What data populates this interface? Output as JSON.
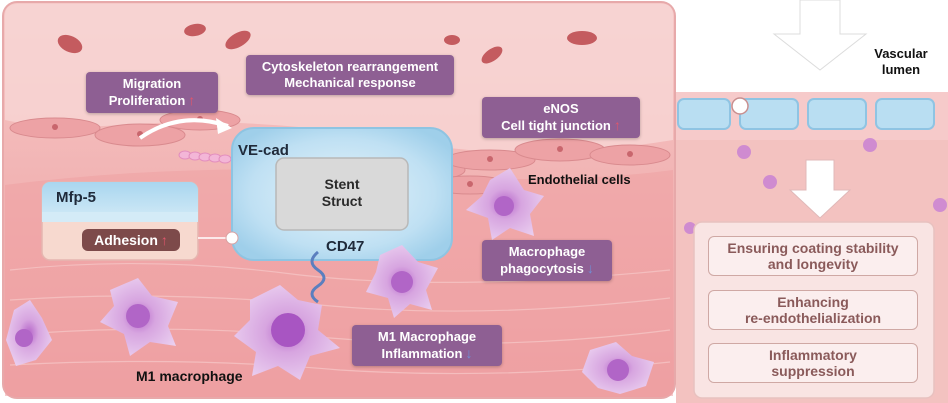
{
  "labels": {
    "migration": "Migration",
    "proliferation": "Proliferation",
    "cytoskeleton": "Cytoskeleton rearrangement",
    "mechanical": "Mechanical response",
    "enos": "eNOS",
    "tight_junction": "Cell tight junction",
    "ve_cad": "VE-cad",
    "stent_line1": "Stent",
    "stent_line2": "Struct",
    "cd47": "CD47",
    "endothelial": "Endothelial cells",
    "mfp5": "Mfp-5",
    "adhesion": "Adhesion",
    "macrophage_phago_1": "Macrophage",
    "macrophage_phago_2": "phagocytosis",
    "m1_infl_1": "M1 Macrophage",
    "m1_infl_2": "Inflammation",
    "m1_macrophage": "M1 macrophage",
    "vascular_1": "Vascular",
    "vascular_2": "lumen"
  },
  "outcomes": [
    {
      "line1": "Ensuring coating stability",
      "line2": "and longevity"
    },
    {
      "line1": "Enhancing",
      "line2": "re-endothelialization"
    },
    {
      "line1": "Inflammatory",
      "line2": "suppression"
    }
  ],
  "arrows": {
    "up": "↑",
    "down": "↓"
  },
  "colors": {
    "up_arrow": "#e0566c",
    "down_arrow": "#6f8fd6",
    "label_box": "#8e5f93",
    "stent_blue": "#bfe0f3",
    "tissue_pink": "#f2b6b6"
  }
}
